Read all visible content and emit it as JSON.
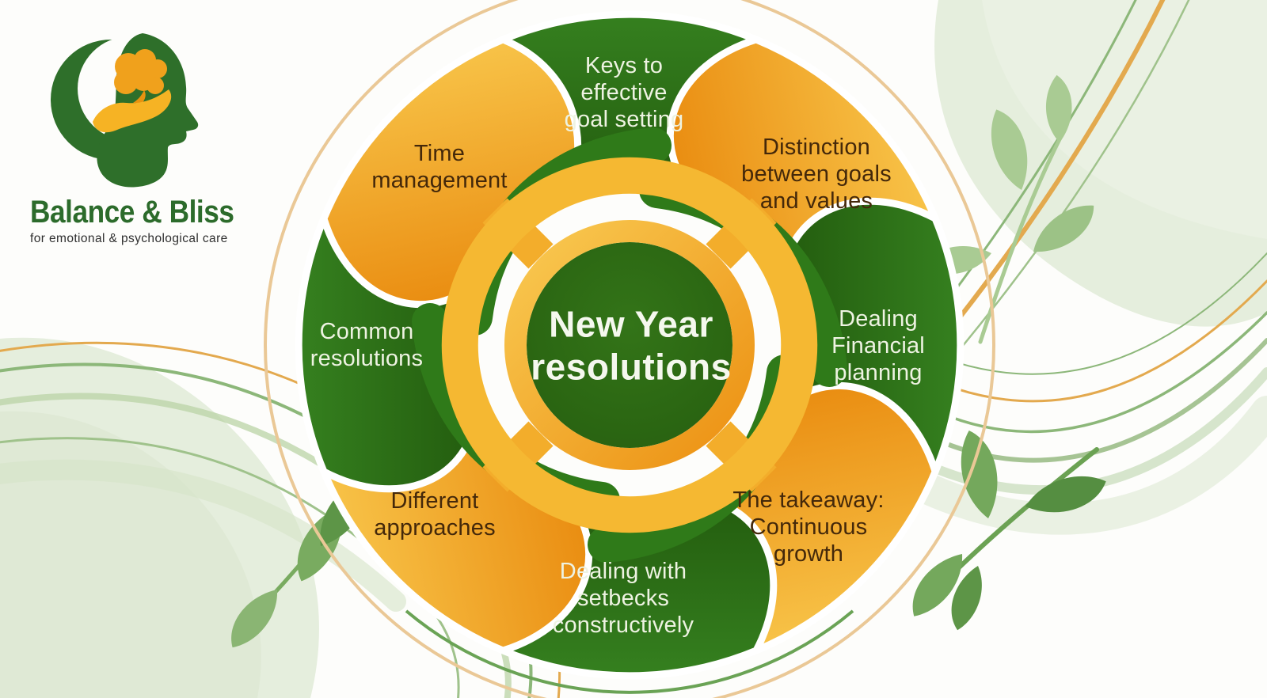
{
  "brand": {
    "name": "Balance & Bliss",
    "tagline": "for emotional & psychological care"
  },
  "wheel": {
    "center_title": "New Year\nresolutions",
    "segments": [
      {
        "label": "Keys to\neffective\ngoal setting",
        "tone": "green"
      },
      {
        "label": "Distinction\nbetween goals\nand values",
        "tone": "orange"
      },
      {
        "label": "Dealing\nFinancial\nplanning",
        "tone": "green"
      },
      {
        "label": "The takeaway:\nContinuous\ngrowth",
        "tone": "orange"
      },
      {
        "label": "Dealing with\nsetbecks\nconstructively",
        "tone": "green"
      },
      {
        "label": "Different\napproaches",
        "tone": "orange"
      },
      {
        "label": "Common\nresolutions",
        "tone": "green"
      },
      {
        "label": "Time\nmanagement",
        "tone": "orange"
      }
    ]
  },
  "colors": {
    "segment_green": "#2d7217",
    "segment_orange": "#ee9612",
    "segment_orange_light": "#f8c54d",
    "ring_orange": "#f3a92b",
    "text_on_green": "#eef3e2",
    "text_on_orange": "#44280a",
    "brand_green": "#2c6b2b",
    "leaf_light": "#a9cb93",
    "leaf_medium": "#6ba253",
    "background_blob": "#e5eedd"
  }
}
